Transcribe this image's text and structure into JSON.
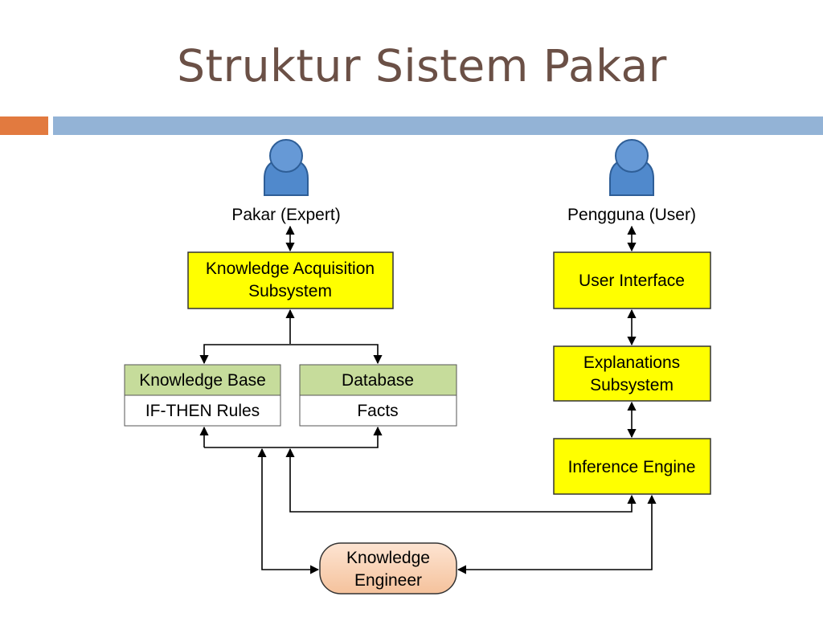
{
  "slide": {
    "title": "Struktur Sistem Pakar",
    "accent_colors": {
      "orange": "#e27a3f",
      "blue": "#93b3d6"
    }
  },
  "diagram": {
    "expert": {
      "label": "Pakar (Expert)",
      "icon": "person-icon"
    },
    "user": {
      "label": "Pengguna (User)",
      "icon": "person-icon"
    },
    "knowledge_acquisition": {
      "line1": "Knowledge Acquisition",
      "line2": "Subsystem"
    },
    "knowledge_base": {
      "header": "Knowledge Base",
      "body": "IF-THEN Rules"
    },
    "database": {
      "header": "Database",
      "body": "Facts"
    },
    "user_interface": {
      "label": "User Interface"
    },
    "explanations": {
      "line1": "Explanations",
      "line2": "Subsystem"
    },
    "inference_engine": {
      "label": "Inference Engine"
    },
    "knowledge_engineer": {
      "line1": "Knowledge",
      "line2": "Engineer"
    },
    "colors": {
      "module_fill": "#ffff00",
      "store_header_fill": "#c6dc9b",
      "engineer_fill": "#f8cfb1",
      "person_fill": "#5089cc"
    }
  }
}
